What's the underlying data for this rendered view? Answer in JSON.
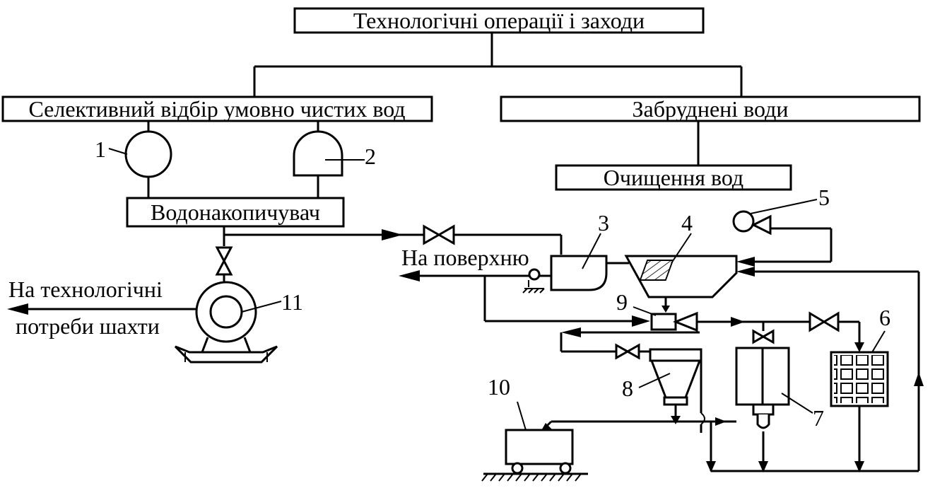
{
  "labels": {
    "top": "Технологічні операції і заходи",
    "left_branch": "Селективний відбір умовно чистих вод",
    "right_branch": "Забруднені води",
    "cleaning": "Очищення вод",
    "accumulator": "Водонакопичувач",
    "surface": "На поверхню",
    "tech_needs_line1": "На технологічні",
    "tech_needs_line2": "потреби шахти"
  },
  "numbers": {
    "n1": "1",
    "n2": "2",
    "n3": "3",
    "n4": "4",
    "n5": "5",
    "n6": "6",
    "n7": "7",
    "n8": "8",
    "n9": "9",
    "n10": "10",
    "n11": "11"
  }
}
